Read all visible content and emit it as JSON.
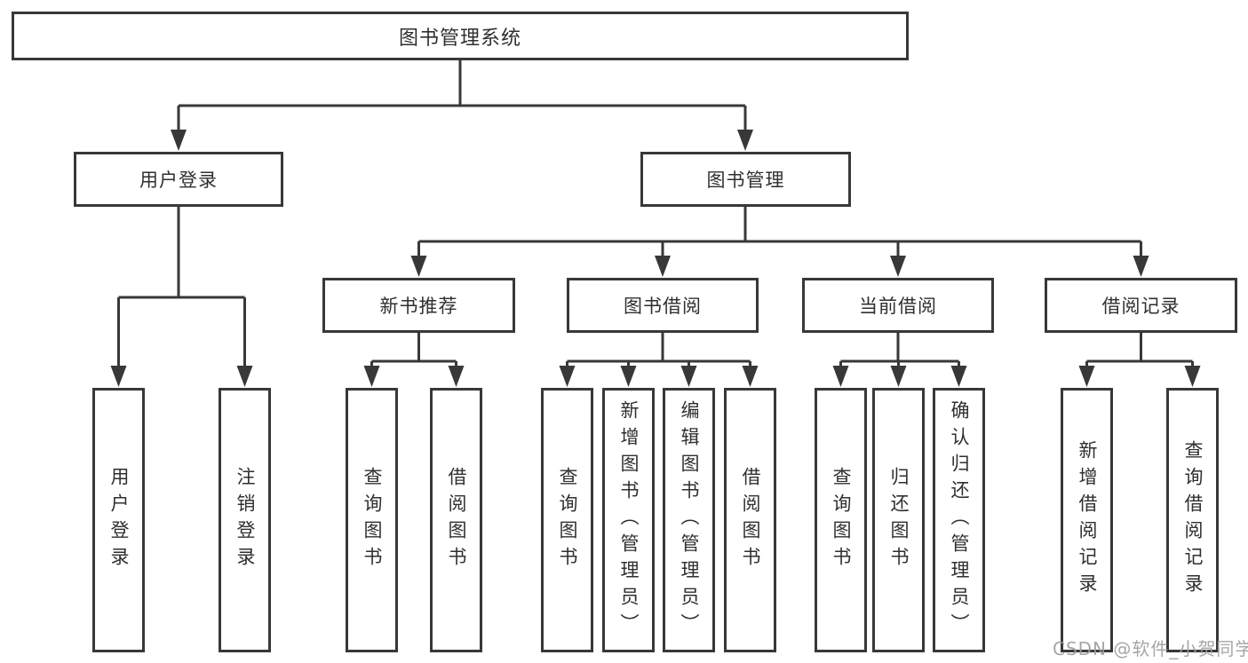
{
  "tree": {
    "root": {
      "label": "图书管理系统"
    },
    "branches": [
      {
        "label": "用户登录",
        "children": [
          {
            "label": "用户登录"
          },
          {
            "label": "注销登录"
          }
        ]
      },
      {
        "label": "图书管理",
        "children": [
          {
            "label": "新书推荐",
            "children": [
              {
                "label": "查询图书"
              },
              {
                "label": "借阅图书"
              }
            ]
          },
          {
            "label": "图书借阅",
            "children": [
              {
                "label": "查询图书"
              },
              {
                "label": "新增图书（管理员）"
              },
              {
                "label": "编辑图书（管理员）"
              },
              {
                "label": "借阅图书"
              }
            ]
          },
          {
            "label": "当前借阅",
            "children": [
              {
                "label": "查询图书"
              },
              {
                "label": "归还图书"
              },
              {
                "label": "确认归还（管理员）"
              }
            ]
          },
          {
            "label": "借阅记录",
            "children": [
              {
                "label": "新增借阅记录"
              },
              {
                "label": "查询借阅记录"
              }
            ]
          }
        ]
      }
    ]
  },
  "watermark": {
    "text": "CSDN @软件_小贺同学"
  },
  "colors": {
    "line": "#383838",
    "border": "#383838",
    "text": "#2f2f2f",
    "watermark": "#9e9e9e",
    "background": "#ffffff"
  }
}
